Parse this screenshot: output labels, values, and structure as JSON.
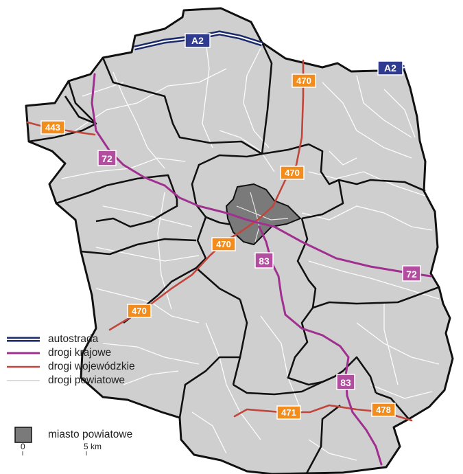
{
  "colors": {
    "district_fill": "#cfcfcf",
    "commune_border": "#111111",
    "town_fill": "#7a7a7a",
    "motorway": "#1b2a6b",
    "national_road": "#a0308f",
    "voivodeship_road": "#c0453a",
    "county_road": "#ffffff",
    "badge_national": "#b34d9f",
    "badge_voivodeship": "#f28c1c",
    "badge_motorway": "#2e3b8f"
  },
  "road_labels": {
    "a2_west": "A2",
    "a2_east": "A2",
    "n72_north": "72",
    "n72_east": "72",
    "n83_center": "83",
    "n83_south": "83",
    "v443": "443",
    "v470_north": "470",
    "v470_mid": "470",
    "v470_center": "470",
    "v470_sw": "470",
    "v471": "471",
    "v478": "478"
  },
  "legend": {
    "motorway": "autostrada",
    "national": "drogi krajowe",
    "voivodeship": "drogi wojewódzkie",
    "county": "drogi powiatowe",
    "town": "miasto powiatowe"
  },
  "scale": {
    "zero": "0",
    "five": "5 km"
  }
}
